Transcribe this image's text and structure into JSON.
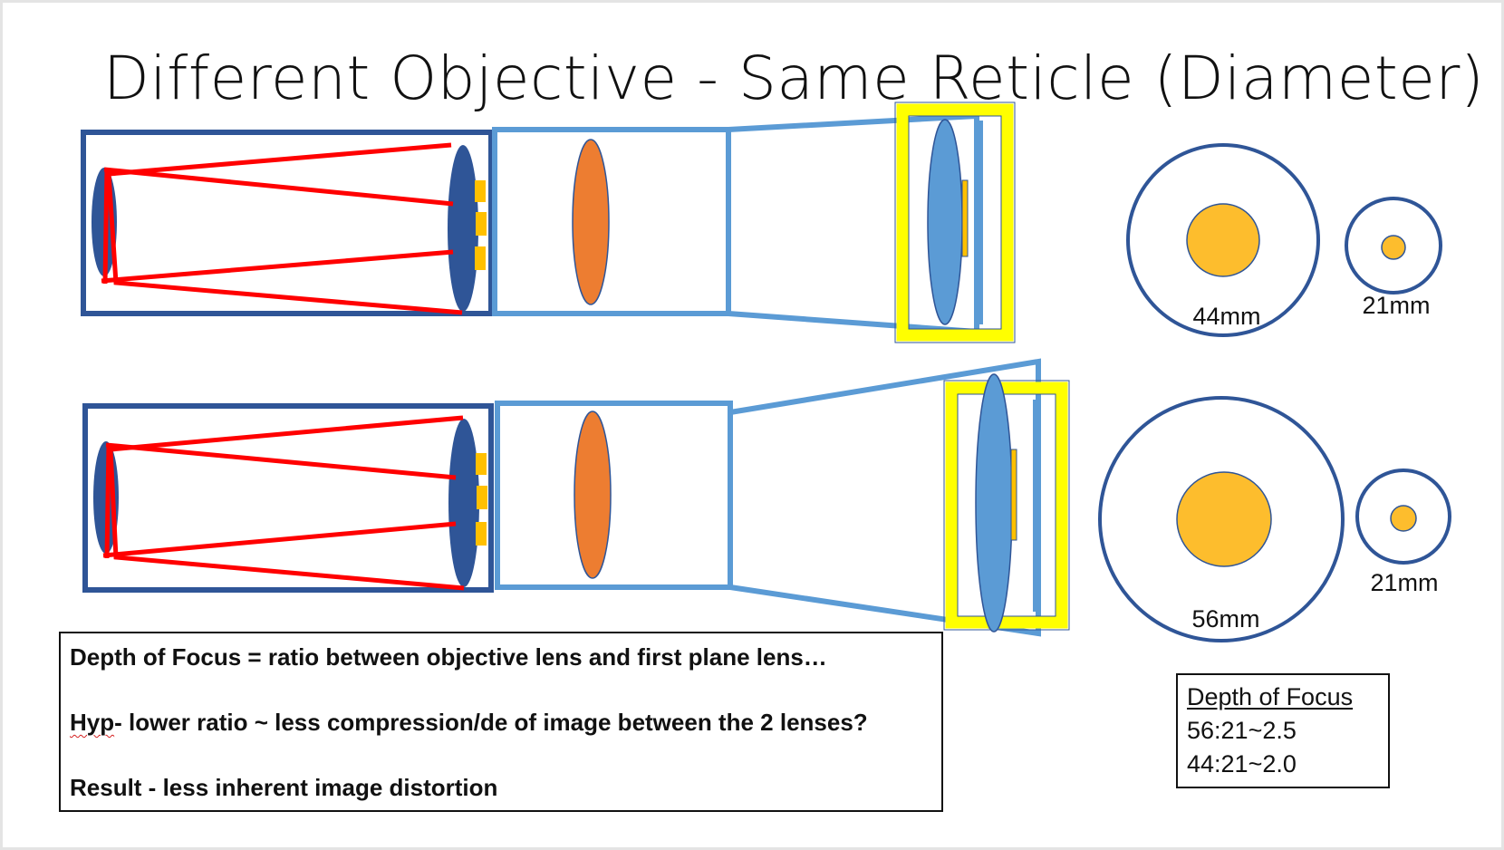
{
  "title": "Different Objective - Same Reticle (Diameter)",
  "colors": {
    "objective_tube": "#2f5597",
    "erector_tube": "#5b9bd5",
    "erector_lens": "#ed7d31",
    "ray": "#ff0000",
    "reticle_highlight": "#ffff00",
    "reticle": "#ffc000",
    "circle_outline": "#2f5597",
    "circle_fill": "#fdbd2d"
  },
  "scopes": [
    {
      "id": "top",
      "objective_label": "44mm",
      "reticle_label": "21mm"
    },
    {
      "id": "bottom",
      "objective_label": "56mm",
      "reticle_label": "21mm"
    }
  ],
  "notes": {
    "line1": "Depth of Focus = ratio between objective lens and first plane lens…",
    "line2_prefix": "Hyp",
    "line2_rest": "- lower ratio ~ less compression/de of image between the 2 lenses?",
    "line3": "Result - less inherent image distortion"
  },
  "dof": {
    "title": "Depth of Focus",
    "row1": "56:21~2.5",
    "row2": "44:21~2.0"
  }
}
